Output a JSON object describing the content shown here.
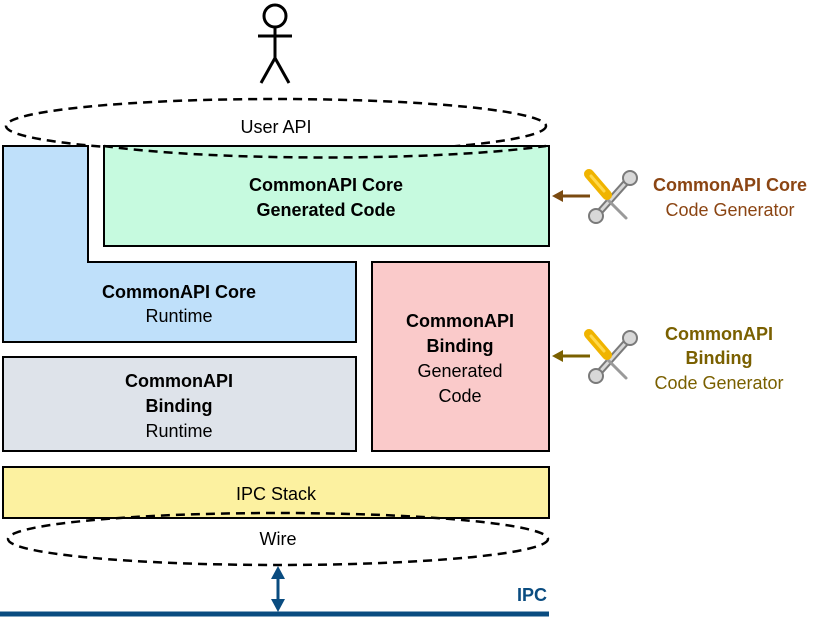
{
  "user_api": {
    "label": "User API"
  },
  "core_generated": {
    "line1": "CommonAPI Core",
    "line2": "Generated Code"
  },
  "core_runtime": {
    "line1": "CommonAPI Core",
    "line2": "Runtime"
  },
  "binding_generated": {
    "line1": "CommonAPI",
    "line2": "Binding",
    "line3": "Generated",
    "line4": "Code"
  },
  "binding_runtime": {
    "line1": "CommonAPI",
    "line2": "Binding",
    "line3": "Runtime"
  },
  "ipc_stack": {
    "label": "IPC Stack"
  },
  "wire": {
    "label": "Wire"
  },
  "ipc": {
    "label": "IPC"
  },
  "core_code_generator": {
    "line1": "CommonAPI Core",
    "line2": "Code Generator",
    "icon": "wrench-screwdriver-icon",
    "color": "#8B4513"
  },
  "binding_code_generator": {
    "line1": "CommonAPI",
    "line2": "Binding",
    "line3": "Code Generator",
    "icon": "wrench-screwdriver-icon",
    "color": "#7A6000"
  },
  "colors": {
    "core_generated_fill": "#C6FADF",
    "core_runtime_fill": "#BFE0FA",
    "binding_runtime_fill": "#DEE3EA",
    "binding_generated_fill": "#FACACA",
    "ipc_stack_fill": "#FCF1A0",
    "ipc_line": "#0A4C80"
  }
}
